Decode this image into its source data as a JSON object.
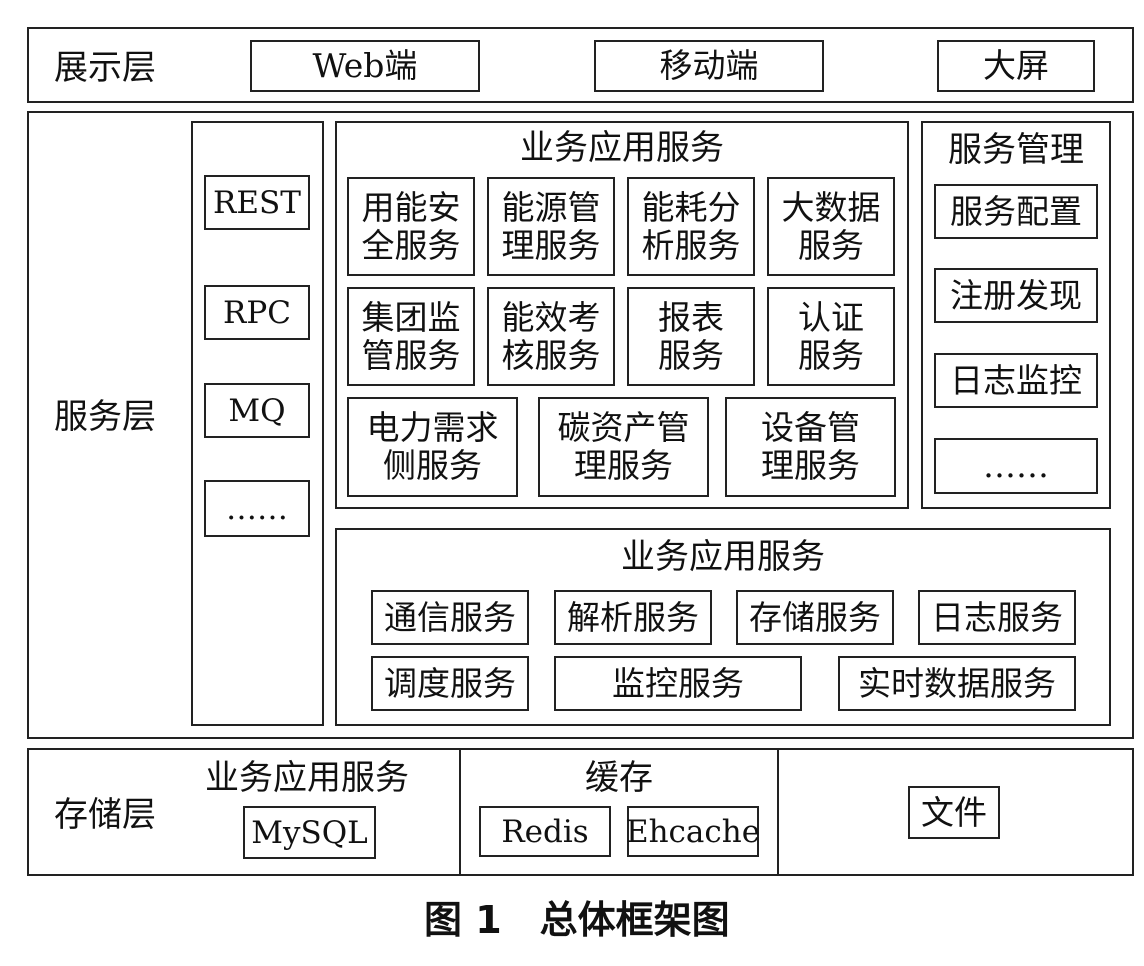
{
  "presentation_layer": {
    "label": "展示层",
    "items": [
      "Web端",
      "移动端",
      "大屏"
    ]
  },
  "service_layer": {
    "label": "服务层",
    "protocols": [
      "REST",
      "RPC",
      "MQ",
      "……"
    ],
    "business_services": {
      "title": "业务应用服务",
      "items": [
        "用能安\n全服务",
        "能源管\n理服务",
        "能耗分\n析服务",
        "大数据\n服务",
        "集团监\n管服务",
        "能效考\n核服务",
        "报表\n服务",
        "认证\n服务",
        "电力需求\n侧服务",
        "碳资产管\n理服务",
        "设备管\n理服务"
      ]
    },
    "service_management": {
      "title": "服务管理",
      "items": [
        "服务配置",
        "注册发现",
        "日志监控",
        "……"
      ]
    },
    "base_services": {
      "title": "业务应用服务",
      "items": [
        "通信服务",
        "解析服务",
        "存储服务",
        "日志服务",
        "调度服务",
        "监控服务",
        "实时数据服务"
      ]
    }
  },
  "storage_layer": {
    "label": "存储层",
    "database": {
      "title": "业务应用服务",
      "items": [
        "MySQL"
      ]
    },
    "cache": {
      "title": "缓存",
      "items": [
        "Redis",
        "Ehcache"
      ]
    },
    "file": {
      "items": [
        "文件"
      ]
    }
  },
  "caption": "图 1　总体框架图"
}
